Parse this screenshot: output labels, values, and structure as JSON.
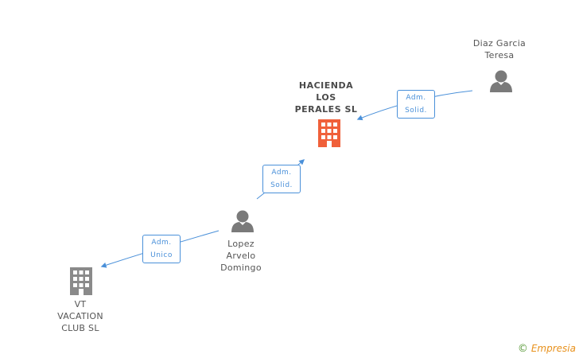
{
  "nodes": {
    "hacienda": {
      "type": "company",
      "highlight": true,
      "lines": [
        "HACIENDA",
        "LOS",
        "PERALES SL"
      ]
    },
    "diaz": {
      "type": "person",
      "lines": [
        "Diaz Garcia",
        "Teresa"
      ]
    },
    "lopez": {
      "type": "person",
      "lines": [
        "Lopez",
        "Arvelo",
        "Domingo"
      ]
    },
    "vt": {
      "type": "company",
      "highlight": false,
      "lines": [
        "VT",
        "VACATION",
        "CLUB SL"
      ]
    }
  },
  "edges": {
    "diaz_to_hacienda": {
      "lines": [
        "Adm.",
        "Solid."
      ]
    },
    "lopez_to_hacienda": {
      "lines": [
        "Adm.",
        "Solid."
      ]
    },
    "lopez_to_vt": {
      "lines": [
        "Adm.",
        "Unico"
      ]
    }
  },
  "brand": {
    "copyright": "©",
    "name": "Empresia"
  },
  "colors": {
    "highlight_company": "#f0603a",
    "company": "#8a8a8a",
    "person": "#7a7a7a",
    "edge": "#4a90d9"
  }
}
